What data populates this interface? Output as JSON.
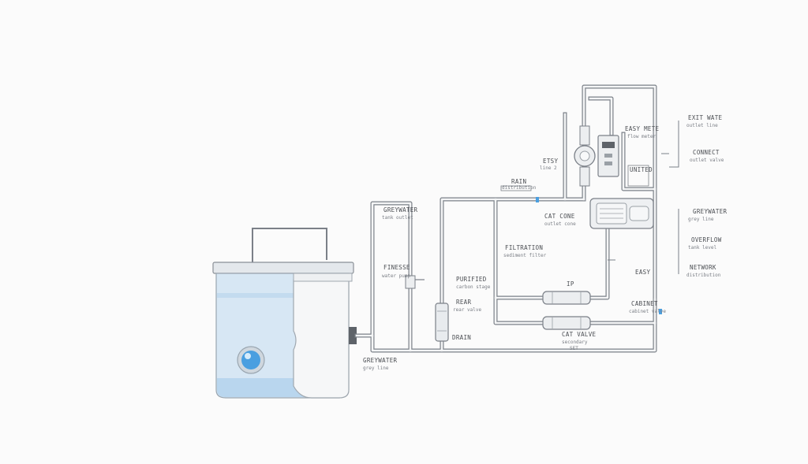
{
  "colors": {
    "background": "#fbfbfb",
    "pipe": "#7b8088",
    "pipe_fill": "#f4f5f6",
    "tank_glass": "#d7e7f4",
    "tank_water": "#b9d6ee",
    "accent_blue": "#4a9fe0",
    "label": "#4a4d52"
  },
  "labels": {
    "exit_water": {
      "title": "EXIT WATE",
      "sub": "outlet line"
    },
    "easy_meter": {
      "title": "EASY METE",
      "sub": "flow meter"
    },
    "etsy": {
      "title": "ETSY",
      "sub": "line 2"
    },
    "united": {
      "title": "UNITED",
      "sub": ""
    },
    "connect": {
      "title": "CONNECT",
      "sub": "outlet valve"
    },
    "rain": {
      "title": "RAIN",
      "sub": "distribution"
    },
    "cat_cone": {
      "title": "CAT CONE",
      "sub": "outlet cone"
    },
    "greywater": {
      "title": "GREYWATER",
      "sub": "grey line"
    },
    "overflow": {
      "title": "OVERFLOW",
      "sub": "tank level"
    },
    "filtration": {
      "title": "FILTRATION",
      "sub": "sediment filter"
    },
    "network": {
      "title": "NETWORK",
      "sub": "distribution"
    },
    "purifier": {
      "title": "FINESSE",
      "sub": "water pump"
    },
    "purified": {
      "title": "PURIFIED",
      "sub": "carbon stage"
    },
    "easy": {
      "title": "EASY",
      "sub": ""
    },
    "p": {
      "title": "IP",
      "sub": ""
    },
    "rear": {
      "title": "REAR",
      "sub": "rear valve"
    },
    "cabinet": {
      "title": "CABINET",
      "sub": "cabinet valve"
    },
    "drain": {
      "title": "DRAIN",
      "sub": ""
    },
    "cat_valve": {
      "title": "CAT VALVE",
      "sub": "secondary",
      "sub2": "SET"
    },
    "greywater_tank": {
      "title": "GREYWATER",
      "sub": "tank outlet"
    }
  }
}
